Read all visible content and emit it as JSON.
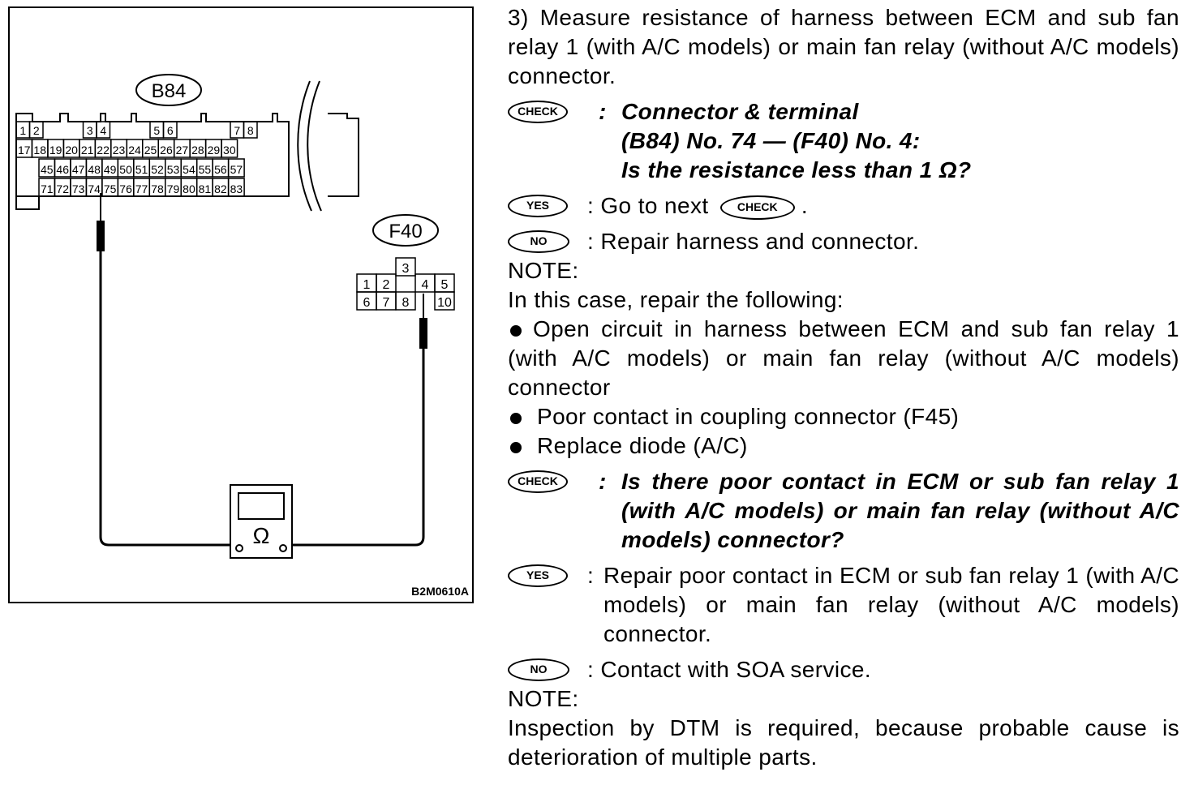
{
  "figure": {
    "ecm_connector_label": "B84",
    "relay_connector_label": "F40",
    "figure_code": "B2M0610A",
    "ecm_row1": [
      "1",
      "2",
      "3",
      "4",
      "5",
      "6",
      "7",
      "8"
    ],
    "ecm_row2": [
      "17",
      "18",
      "19",
      "20",
      "21",
      "22",
      "23",
      "24",
      "25",
      "26",
      "27",
      "28",
      "29",
      "30"
    ],
    "ecm_row3": [
      "45",
      "46",
      "47",
      "48",
      "49",
      "50",
      "51",
      "52",
      "53",
      "54",
      "55",
      "56",
      "57"
    ],
    "ecm_row4": [
      "71",
      "72",
      "73",
      "74",
      "75",
      "76",
      "77",
      "78",
      "79",
      "80",
      "81",
      "82",
      "83"
    ],
    "f40_top": "3",
    "f40_row1": [
      "1",
      "2",
      "4",
      "5"
    ],
    "f40_row2": [
      "6",
      "7",
      "8",
      "10"
    ],
    "meter_symbol": "Ω"
  },
  "step_heading": "3) Measure resistance of harness between ECM and sub fan relay 1 (with A/C models) or main fan relay (without A/C models) connector.",
  "badges": {
    "check": "CHECK",
    "yes": "YES",
    "no": "NO"
  },
  "check1": {
    "line1": "Connector & terminal",
    "line2": "(B84) No. 74 — (F40) No. 4:",
    "line3": "Is the resistance less than 1 Ω?"
  },
  "yes1": {
    "text": ": Go to next",
    "suffix": "."
  },
  "no1": {
    "text": ": Repair harness and connector."
  },
  "note1": {
    "title": "NOTE:",
    "intro": "In this case, repair the following:",
    "items": [
      "Open circuit in harness between ECM and sub fan relay 1 (with A/C models) or main fan relay (without A/C models) connector",
      "Poor contact in coupling connector (F45)",
      "Replace diode (A/C)"
    ]
  },
  "check2": {
    "text": "Is there poor contact in ECM or sub fan relay 1 (with A/C models) or main fan relay (without A/C models) connector?"
  },
  "yes2": {
    "text": "Repair poor contact in ECM or sub fan relay 1 (with A/C models) or main fan relay (without A/C models) connector."
  },
  "no2": {
    "text": ": Contact with SOA service."
  },
  "note2": {
    "title": "NOTE:",
    "text": "Inspection by DTM is required, because probable cause is deterioration of multiple parts."
  }
}
